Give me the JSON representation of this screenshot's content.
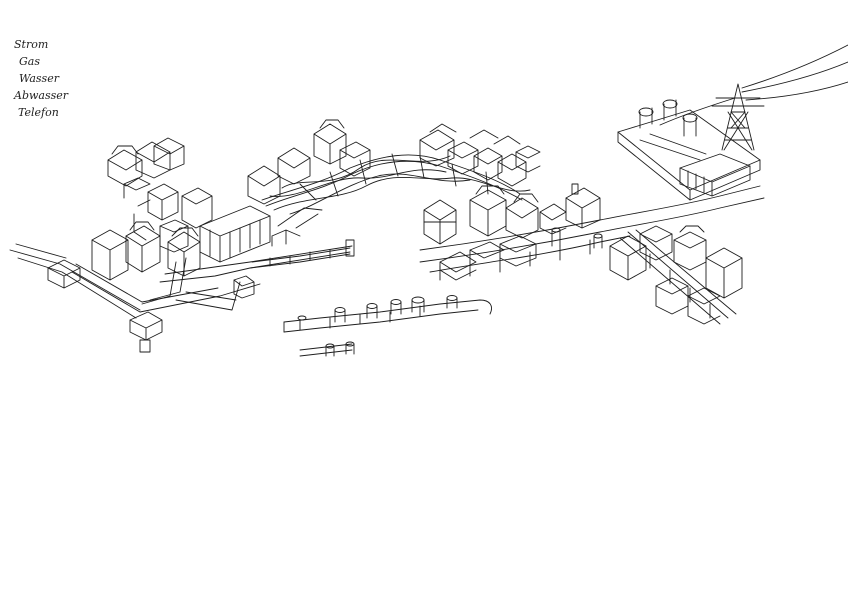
{
  "legend": {
    "items": [
      "Strom",
      "Gas",
      "Wasser",
      "Abwasser",
      "Telefon"
    ]
  },
  "colors": {
    "ink": "#1e1e1e",
    "paper": "#ffffff"
  }
}
